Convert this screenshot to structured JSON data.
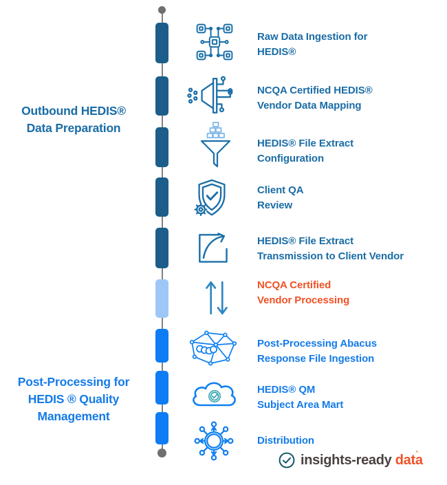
{
  "colors": {
    "seg_dark": "#1C5E89",
    "seg_light": "#9EC7F8",
    "seg_bright": "#0E7DF5",
    "line_gray": "#7F7F7F",
    "dot_gray": "#6F6F6F",
    "text_dark_blue": "#1A6CA6",
    "text_bright_blue": "#157BE8",
    "text_orange": "#EF5226",
    "icon_dark": "#1A6FA8",
    "icon_light_accent": "#7FB8E8",
    "icon_medium_blue": "#2E86C1",
    "icon_bright": "#1080F0",
    "icon_teal_badge": "#2FA3B0",
    "logo_charcoal": "#4A4140",
    "logo_teal": "#16596B",
    "logo_orange": "#EF5226"
  },
  "phase_labels": [
    {
      "lines": [
        "Outbound HEDIS®",
        "Data Preparation"
      ]
    },
    {
      "lines": [
        "Post-Processing for",
        "HEDIS ® Quality",
        "Management"
      ]
    }
  ],
  "steps": [
    {
      "icon": "network-nodes-icon",
      "line1": "Raw Data Ingestion for",
      "line2": "HEDIS®"
    },
    {
      "icon": "data-mapping-funnel-icon",
      "line1": "NCQA Certified HEDIS®",
      "line2": "Vendor Data Mapping"
    },
    {
      "icon": "filter-funnel-blocks-icon",
      "line1": "HEDIS® File Extract",
      "line2": "Configuration"
    },
    {
      "icon": "shield-check-gear-icon",
      "line1": "Client QA",
      "line2": "Review"
    },
    {
      "icon": "export-arrow-icon",
      "line1": "HEDIS® File Extract",
      "line2": "Transmission to Client Vendor"
    },
    {
      "icon": "up-down-arrows-icon",
      "line1": "NCQA Certified",
      "line2": "Vendor Processing"
    },
    {
      "icon": "mesh-network-icon",
      "line1": "Post-Processing Abacus",
      "line2": "Response File Ingestion"
    },
    {
      "icon": "cloud-check-icon",
      "line1": "HEDIS® QM",
      "line2": "Subject Area Mart"
    },
    {
      "icon": "distribution-icon",
      "line1": "Distribution",
      "line2": ""
    }
  ],
  "logo": {
    "name_left": "insights-ready",
    "name_right": "data",
    "accent": "ˋ"
  }
}
